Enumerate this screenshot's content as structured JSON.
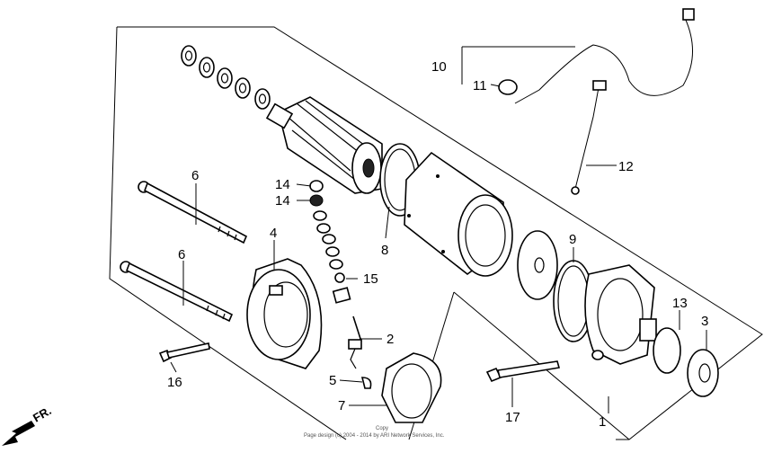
{
  "callouts": {
    "c1": "1",
    "c2": "2",
    "c3": "3",
    "c4": "4",
    "c5": "5",
    "c6a": "6",
    "c6b": "6",
    "c7": "7",
    "c8": "8",
    "c9": "9",
    "c10": "10",
    "c11": "11",
    "c12": "12",
    "c13": "13",
    "c14a": "14",
    "c14b": "14",
    "c15": "15",
    "c16": "16",
    "c17": "17"
  },
  "direction_label": "FR.",
  "copyright": [
    "Copy",
    "Page design (c) 2004 - 2014 by ARI Network Services, Inc."
  ]
}
